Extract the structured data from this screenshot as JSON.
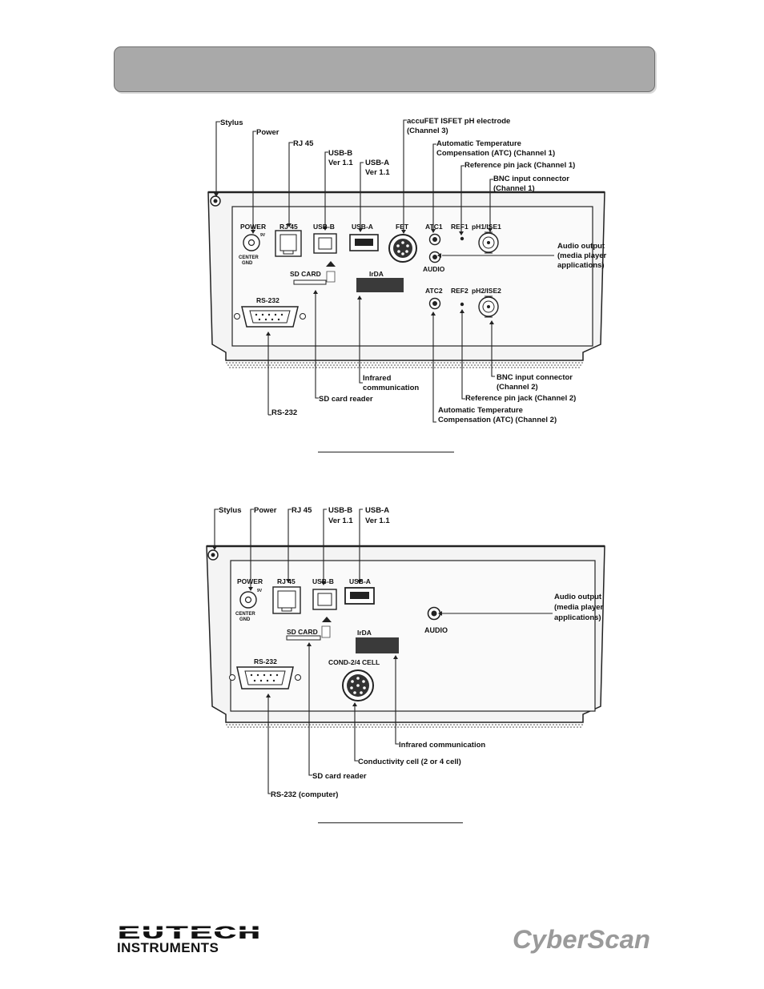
{
  "diagram1": {
    "callouts": {
      "stylus": "Stylus",
      "power": "Power",
      "rj45": "RJ 45",
      "usbb_1": "USB-B",
      "usbb_2": "Ver 1.1",
      "usba_1": "USB-A",
      "usba_2": "Ver 1.1",
      "fet_1": "accuFET ISFET pH electrode",
      "fet_2": "(Channel 3)",
      "atc1_1": "Automatic Temperature",
      "atc1_2": "Compensation (ATC) (Channel 1)",
      "ref1": "Reference pin jack (Channel 1)",
      "bnc1_1": "BNC input connector",
      "bnc1_2": "(Channel 1)",
      "audio_1": "Audio output",
      "audio_2": "(media player",
      "audio_3": "applications)",
      "ir_1": "Infrared",
      "ir_2": "communication",
      "sd": "SD card reader",
      "rs232": "RS-232",
      "bnc2_1": "BNC input connector",
      "bnc2_2": "(Channel 2)",
      "ref2": "Reference pin jack (Channel  2)",
      "atc2_1": "Automatic Temperature",
      "atc2_2": "Compensation (ATC) (Channel 2)"
    },
    "panel": {
      "power": "POWER",
      "volt": "9V",
      "center_1": "CENTER",
      "center_2": "GND",
      "rj45": "RJ 45",
      "usbb": "USB-B",
      "usba": "USB-A",
      "fet": "FET",
      "atc1": "ATC1",
      "ref1": "REF1",
      "ph1": "pH1/ISE1",
      "audio": "AUDIO",
      "sdcard": "SD CARD",
      "irda": "IrDA",
      "atc2": "ATC2",
      "ref2": "REF2",
      "ph2": "pH2/ISE2",
      "rs232": "RS-232"
    }
  },
  "diagram2": {
    "callouts": {
      "stylus": "Stylus",
      "power": "Power",
      "rj45": "RJ 45",
      "usbb_1": "USB-B",
      "usbb_2": "Ver 1.1",
      "usba_1": "USB-A",
      "usba_2": "Ver 1.1",
      "audio_1": "Audio output",
      "audio_2": "(media player",
      "audio_3": "applications)",
      "ir": "Infrared communication",
      "cond": "Conductivity cell (2 or 4 cell)",
      "sd": "SD card reader",
      "rs232": "RS-232 (computer)"
    },
    "panel": {
      "power": "POWER",
      "volt": "9V",
      "center_1": "CENTER",
      "center_2": "GND",
      "rj45": "RJ 45",
      "usbb": "USB-B",
      "usba": "USB-A",
      "audio": "AUDIO",
      "sdcard": "SD CARD",
      "irda": "IrDA",
      "cond": "COND-2/4 CELL",
      "rs232": "RS-232"
    }
  },
  "footer": {
    "left_logo_top": "EUTECH",
    "left_logo_bottom": "INSTRUMENTS",
    "right_logo": "CyberScan"
  }
}
